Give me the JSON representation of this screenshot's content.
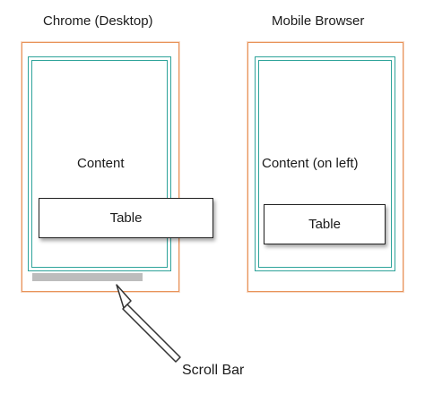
{
  "diagram": {
    "desktop": {
      "title": "Chrome (Desktop)",
      "content_label": "Content",
      "table_label": "Table"
    },
    "mobile": {
      "title": "Mobile Browser",
      "content_label": "Content (on left)",
      "table_label": "Table"
    },
    "scrollbar_label": "Scroll Bar",
    "colors": {
      "browser_frame": "#e8935a",
      "content_frame": "#2ea39a",
      "scrollbar": "#bdbdbd",
      "table_border": "#222222"
    }
  }
}
